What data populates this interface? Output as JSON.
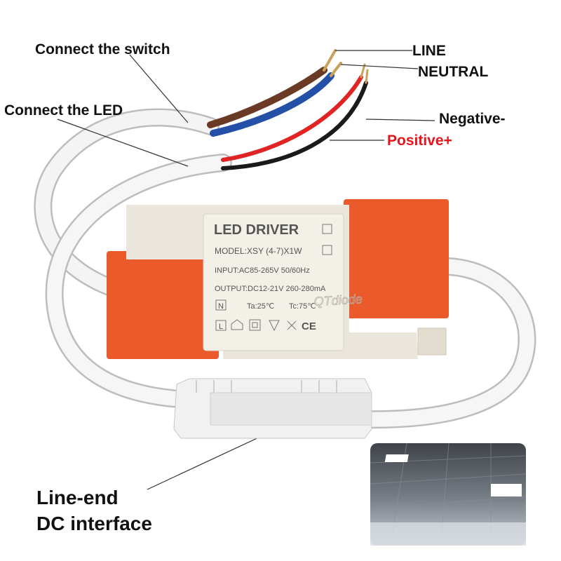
{
  "callouts": {
    "connect_switch": "Connect the switch",
    "connect_led": "Connect the LED",
    "line": "LINE",
    "neutral": "NEUTRAL",
    "negative": "Negative-",
    "positive": "Positive+",
    "line_end_1": "Line-end",
    "line_end_2": "DC interface"
  },
  "driver_label": {
    "title": "LED DRIVER",
    "model": "MODEL:XSY (4-7)X1W",
    "input": "INPUT:AC85-265V 50/60Hz",
    "output": "OUTPUT:DC12-21V 260-280mA",
    "symbol_n": "N",
    "ta": "Ta:25℃",
    "tc": "Tc:75℃",
    "symbol_l": "L",
    "ce": "CE"
  },
  "watermark": "QTdiode",
  "colors": {
    "orange": "#ea5a2b",
    "housing": "#ebe6dc",
    "wire_brown": "#6b3a24",
    "wire_blue": "#2550a8",
    "wire_red": "#e02424",
    "wire_black": "#1a1a1a",
    "positive_text": "#e8141c"
  }
}
